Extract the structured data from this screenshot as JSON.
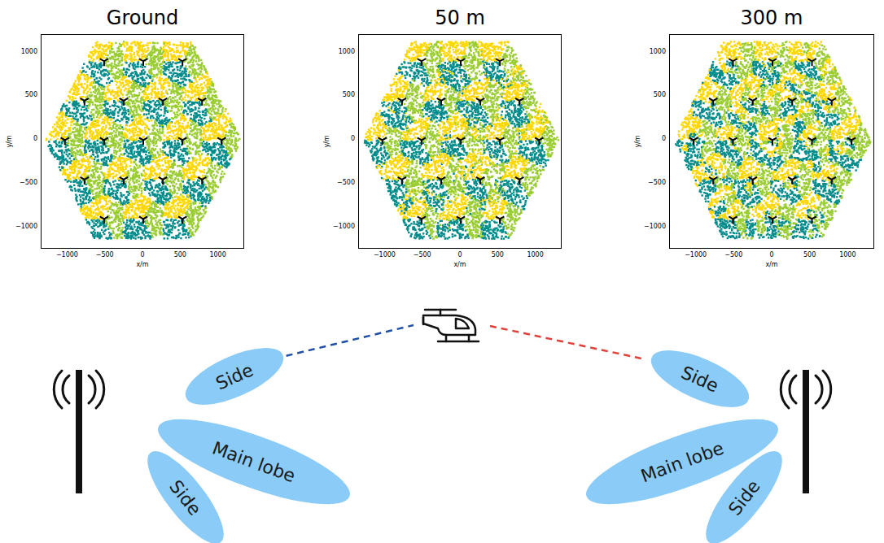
{
  "diagram": {
    "nodes": [
      {
        "text": [
          "Side"
        ]
      },
      {
        "text": [
          "Main lobe"
        ]
      },
      {
        "text": [
          "Side"
        ]
      },
      {
        "text": [
          "Side"
        ]
      },
      {
        "text": [
          "Main lobe"
        ]
      },
      {
        "text": [
          "Side"
        ]
      }
    ],
    "labels": [
      "Ground",
      "1000",
      "500",
      "0",
      "−500",
      "−1000",
      "−1000",
      "−500",
      "0",
      "500",
      "1000",
      "y/m",
      "x/m",
      "50 m",
      "1000",
      "500",
      "0",
      "−500",
      "−1000",
      "−1000",
      "−500",
      "0",
      "500",
      "1000",
      "y/m",
      "x/m",
      "300 m",
      "1000",
      "500",
      "0",
      "−500",
      "−1000",
      "−1000",
      "−500",
      "0",
      "500",
      "1000",
      "y/m",
      "x/m"
    ]
  }
}
